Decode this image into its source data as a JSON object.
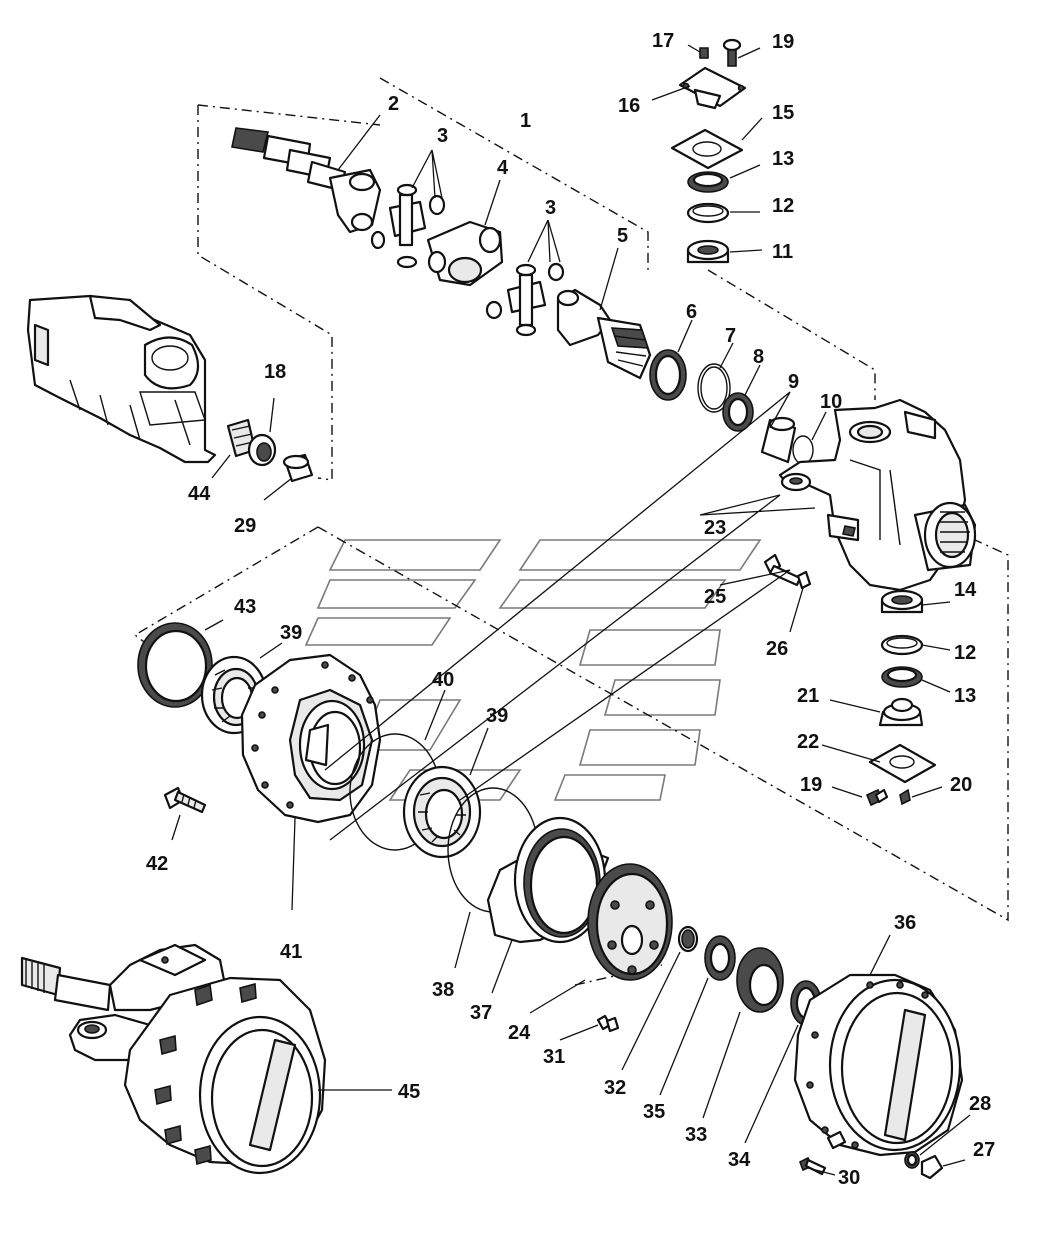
{
  "diagram": {
    "type": "exploded-parts-view",
    "callouts": {
      "c1": "1",
      "c2": "2",
      "c3a": "3",
      "c3b": "3",
      "c4": "4",
      "c5": "5",
      "c6": "6",
      "c7": "7",
      "c8": "8",
      "c9": "9",
      "c10": "10",
      "c11": "11",
      "c12a": "12",
      "c12b": "12",
      "c13a": "13",
      "c13b": "13",
      "c14": "14",
      "c15": "15",
      "c16": "16",
      "c17": "17",
      "c18": "18",
      "c19a": "19",
      "c19b": "19",
      "c20": "20",
      "c21": "21",
      "c22": "22",
      "c23": "23",
      "c24": "24",
      "c25": "25",
      "c26": "26",
      "c27": "27",
      "c28": "28",
      "c29": "29",
      "c30": "30",
      "c31": "31",
      "c32": "32",
      "c33": "33",
      "c34": "34",
      "c35": "35",
      "c36": "36",
      "c37": "37",
      "c38": "38",
      "c39a": "39",
      "c39b": "39",
      "c40": "40",
      "c41": "41",
      "c42": "42",
      "c43": "43",
      "c44": "44",
      "c45": "45"
    }
  }
}
